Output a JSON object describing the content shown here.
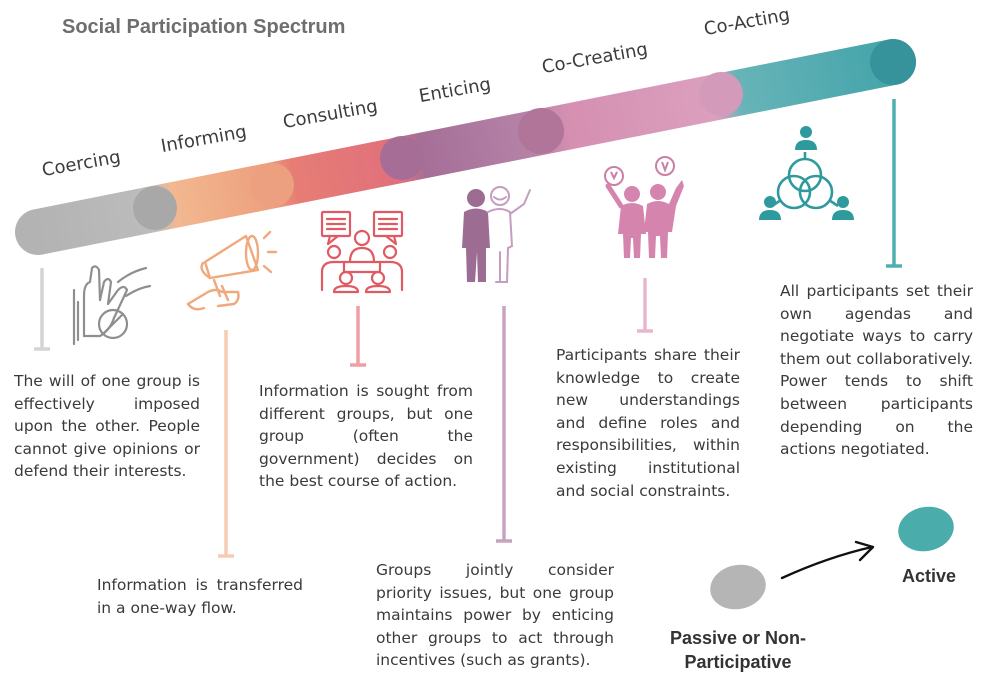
{
  "title": "Social Participation Spectrum",
  "stages": [
    {
      "label": "Coercing",
      "color": "#b2b2b2",
      "icon": "hand-stop-icon",
      "description": "The will of one group is effectively imposed upon the other. People cannot give opinions or defend their interests."
    },
    {
      "label": "Informing",
      "color": "#f2b08c",
      "icon": "megaphone-icon",
      "description": "Information is transferred in a one-way flow."
    },
    {
      "label": "Consulting",
      "color": "#e06f76",
      "icon": "group-meeting-icon",
      "description": "Information is sought from different groups, but one group (often the government) decides on the best course of action."
    },
    {
      "label": "Enticing",
      "color": "#a9739a",
      "icon": "people-enticing-icon",
      "description": "Groups jointly consider priority issues, but one group maintains power by enticing other groups to act through incentives (such as grants)."
    },
    {
      "label": "Co-Creating",
      "color": "#d98fb1",
      "icon": "people-ideas-icon",
      "description": "Participants share their knowledge to create new understandings and define roles and responsibilities, within existing institutional and social constraints."
    },
    {
      "label": "Co-Acting",
      "color": "#3ea6ad",
      "icon": "network-people-icon",
      "description": "All participants set their own agendas and negotiate ways to carry them out collaboratively. Power tends to shift between participants depending on the actions negotiated."
    }
  ],
  "legend": {
    "passive_label": "Passive or Non-Participative",
    "active_label": "Active",
    "passive_color": "#b5b5b5",
    "active_color": "#4aacab"
  }
}
